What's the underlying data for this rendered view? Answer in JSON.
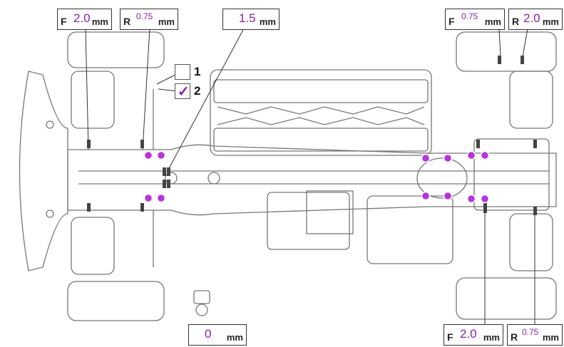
{
  "title_labels": {
    "front_label": "F",
    "rear_label": "R",
    "unit": "mm"
  },
  "shim_boxes": {
    "front_left_top": {
      "prefix": "F",
      "value": "2.0",
      "unit": "mm"
    },
    "rear_left_top": {
      "prefix": "R",
      "value": "0.75",
      "unit": "mm"
    },
    "center_top": {
      "prefix": "",
      "value": "1.5",
      "unit": "mm"
    },
    "front_right_top": {
      "prefix": "F",
      "value": "0.75",
      "unit": "mm"
    },
    "rear_right_top": {
      "prefix": "R",
      "value": "2.0",
      "unit": "mm"
    },
    "bottom_center": {
      "prefix": "",
      "value": "0",
      "unit": "mm"
    },
    "front_right_bottom": {
      "prefix": "F",
      "value": "2.0",
      "unit": "mm"
    },
    "rear_right_bottom": {
      "prefix": "R",
      "value": "0.75",
      "unit": "mm"
    }
  },
  "options": [
    {
      "number": "1",
      "checked": false
    },
    {
      "number": "2",
      "checked": true,
      "mark": "✓"
    }
  ],
  "colors": {
    "accent": "#8a20a8",
    "line": "#7a7a7a",
    "dark_line": "#333333"
  }
}
